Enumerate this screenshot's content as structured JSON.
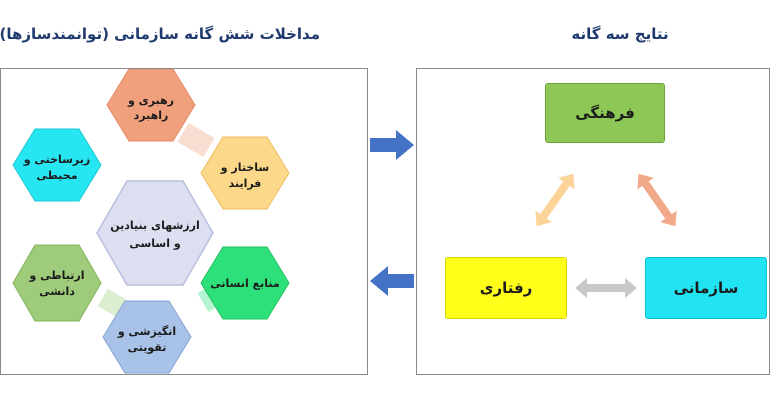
{
  "headings": {
    "left": "مداخلات شش گانه سازمانی (توانمندسازها)",
    "right": "نتایج سه گانه"
  },
  "hexagons": {
    "center": {
      "line1": "ارزشهای بنیادین",
      "line2": "و اساسی",
      "color": "#dcdff0"
    },
    "top": {
      "line1": "رهبری و",
      "line2": "راهبرد",
      "color": "#f0a07c"
    },
    "upper_right": {
      "line1": "ساختار و",
      "line2": "فرایند",
      "color": "#fcd88a"
    },
    "lower_right": {
      "line1": "منابع انسانی",
      "line2": "",
      "color": "#2ee07a"
    },
    "bottom": {
      "line1": "انگیزشی و",
      "line2": "تقویتی",
      "color": "#a9c2e8"
    },
    "lower_left": {
      "line1": "ارتباطی و",
      "line2": "دانشی",
      "color": "#9fcc7a"
    },
    "upper_left": {
      "line1": "زیرساختی و",
      "line2": "محیطی",
      "color": "#26e6f2"
    }
  },
  "outcomes": {
    "cultural": {
      "label": "فرهنگی",
      "color": "#8dc856"
    },
    "behavioral": {
      "label": "رفتاری",
      "color": "#ffff1a"
    },
    "organizational": {
      "label": "سازمانی",
      "color": "#21e3f2"
    }
  },
  "colors": {
    "heading": "#1f3a6e",
    "flow_arrow": "#4472c4",
    "arrow_left_diag": "#fcd49a",
    "arrow_right_diag": "#f2a98a",
    "arrow_horizontal": "#c8c8c8"
  }
}
